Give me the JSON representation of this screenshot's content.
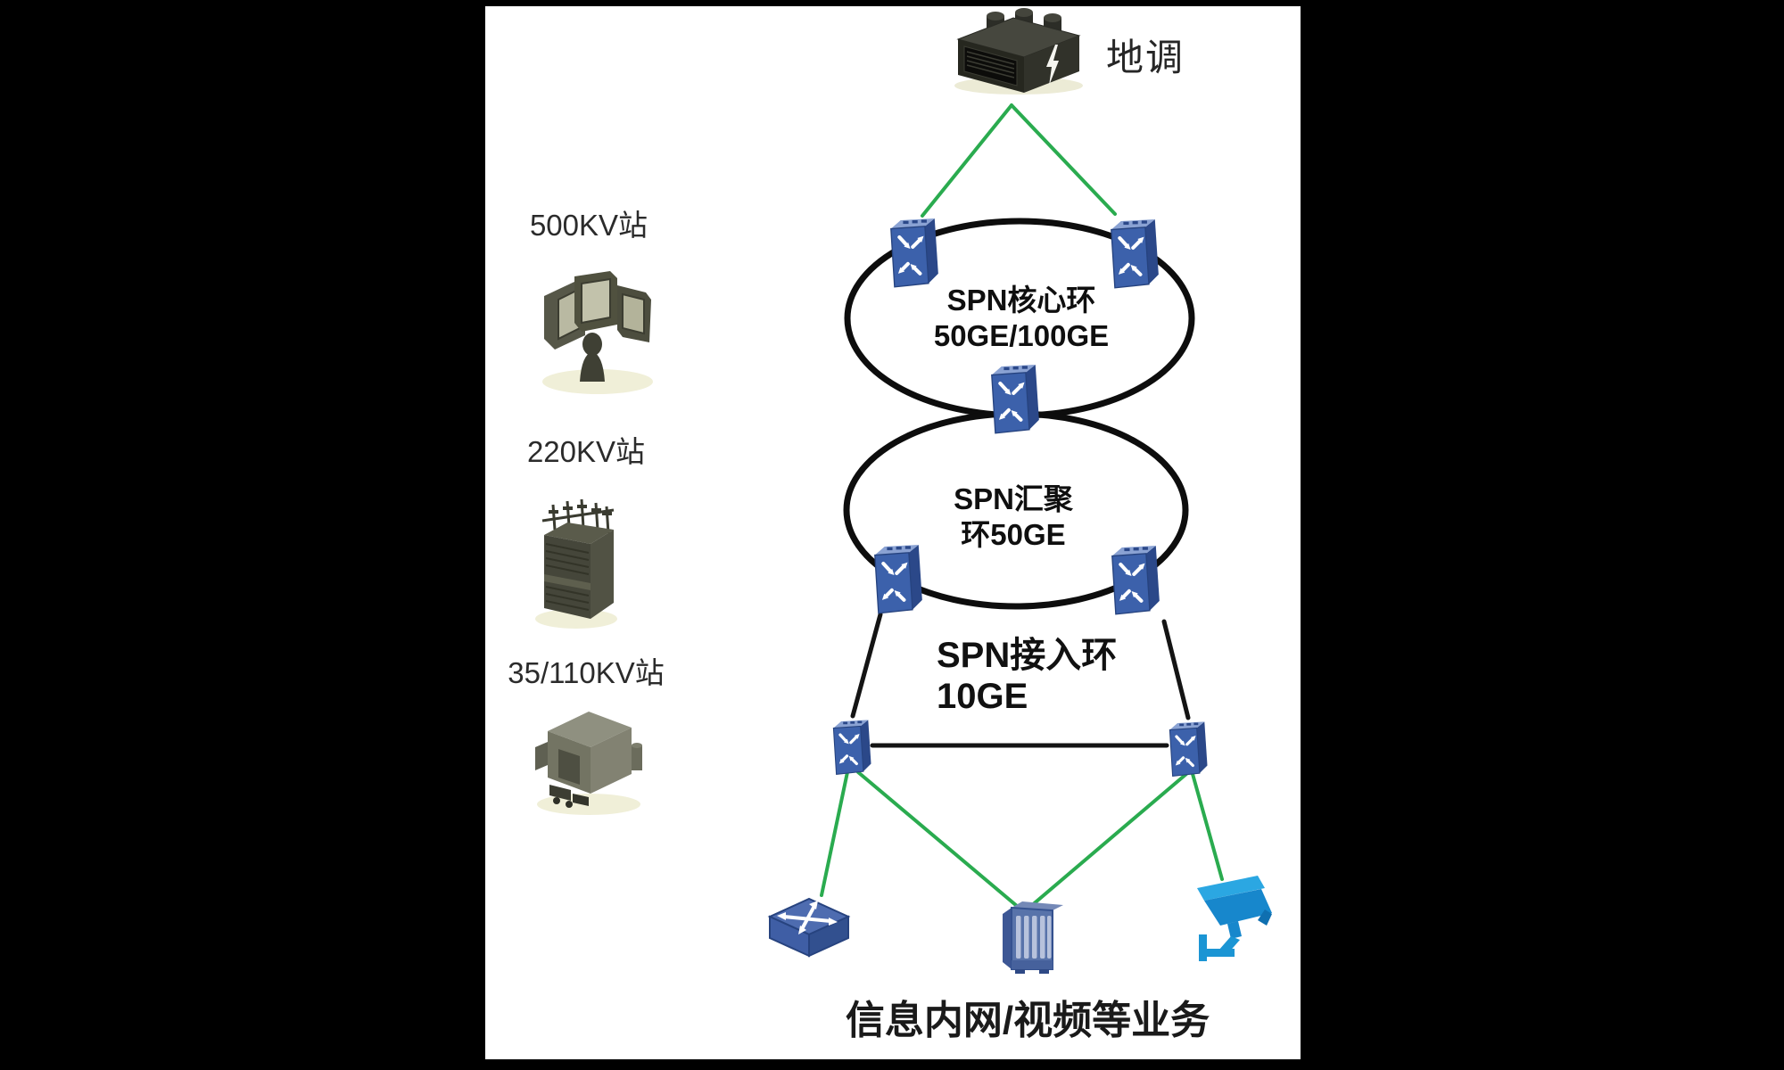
{
  "colors": {
    "background": "#000000",
    "panel": "#ffffff",
    "ring_stroke": "#0d0d0d",
    "link_green": "#2aab4f",
    "link_black": "#141414",
    "router_blue": "#3c61ab",
    "camera_blue": "#1b95d4",
    "equipment_olive": "#56564a",
    "text_dark": "#1f1f1f"
  },
  "dispatch": {
    "label": "地调",
    "icon": "power-dispatch-device-icon"
  },
  "rings": {
    "core": {
      "title": "SPN核心环",
      "subtitle": "50GE/100GE",
      "node_icon": "router-icon",
      "node_count": 3
    },
    "aggregation": {
      "title": "SPN汇聚",
      "subtitle": "环50GE",
      "node_icon": "router-icon",
      "node_count": 2
    },
    "access": {
      "title": "SPN接入环",
      "subtitle": "10GE",
      "node_icon": "router-icon",
      "node_count": 2
    }
  },
  "stations": [
    {
      "label": "500KV站",
      "icon": "control-room-icon"
    },
    {
      "label": "220KV站",
      "icon": "transformer-icon"
    },
    {
      "label": "35/110KV站",
      "icon": "substation-building-icon"
    }
  ],
  "endpoints": [
    {
      "icon": "lan-switch-icon"
    },
    {
      "icon": "server-chassis-icon"
    },
    {
      "icon": "cctv-camera-icon"
    }
  ],
  "caption": "信息内网/视频等业务"
}
